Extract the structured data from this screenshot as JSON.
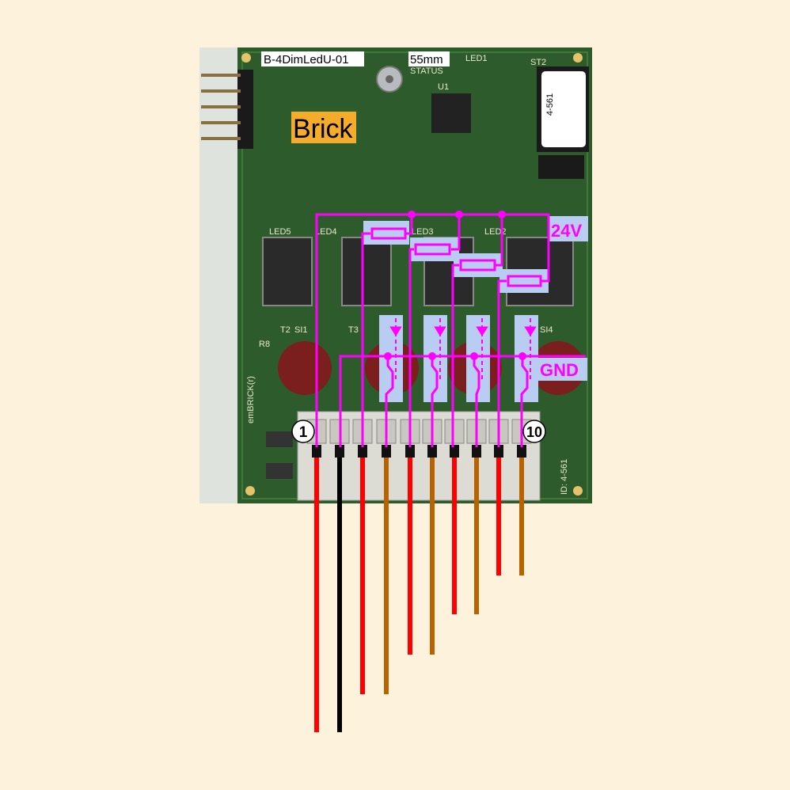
{
  "board": {
    "name_label": "B-4DimLedU-01",
    "size_label": "55mm",
    "brand_label": "Brick",
    "sticker_label": "4-561",
    "silkscreen": [
      "LED1",
      "STATUS",
      "U1",
      "ST2",
      "LED2",
      "LED3",
      "LED4",
      "LED5",
      "T2",
      "T3",
      "SI1",
      "SI4",
      "R8",
      "emBRICK(r)",
      "ID: 4-561"
    ]
  },
  "diagram": {
    "supply_label": "24V",
    "ground_label": "GND",
    "pin_first_label": "1",
    "pin_last_label": "10",
    "accent_color": "#ff00ff",
    "highlight_color": "#b9cdf3"
  },
  "wires": [
    {
      "pin": 1,
      "color": "#ff0000"
    },
    {
      "pin": 2,
      "color": "#000000"
    },
    {
      "pin": 3,
      "color": "#ff0000"
    },
    {
      "pin": 4,
      "color": "#b86200"
    },
    {
      "pin": 5,
      "color": "#ff0000"
    },
    {
      "pin": 6,
      "color": "#b86200"
    },
    {
      "pin": 7,
      "color": "#ff0000"
    },
    {
      "pin": 8,
      "color": "#b86200"
    },
    {
      "pin": 9,
      "color": "#ff0000"
    },
    {
      "pin": 10,
      "color": "#b86200"
    }
  ]
}
